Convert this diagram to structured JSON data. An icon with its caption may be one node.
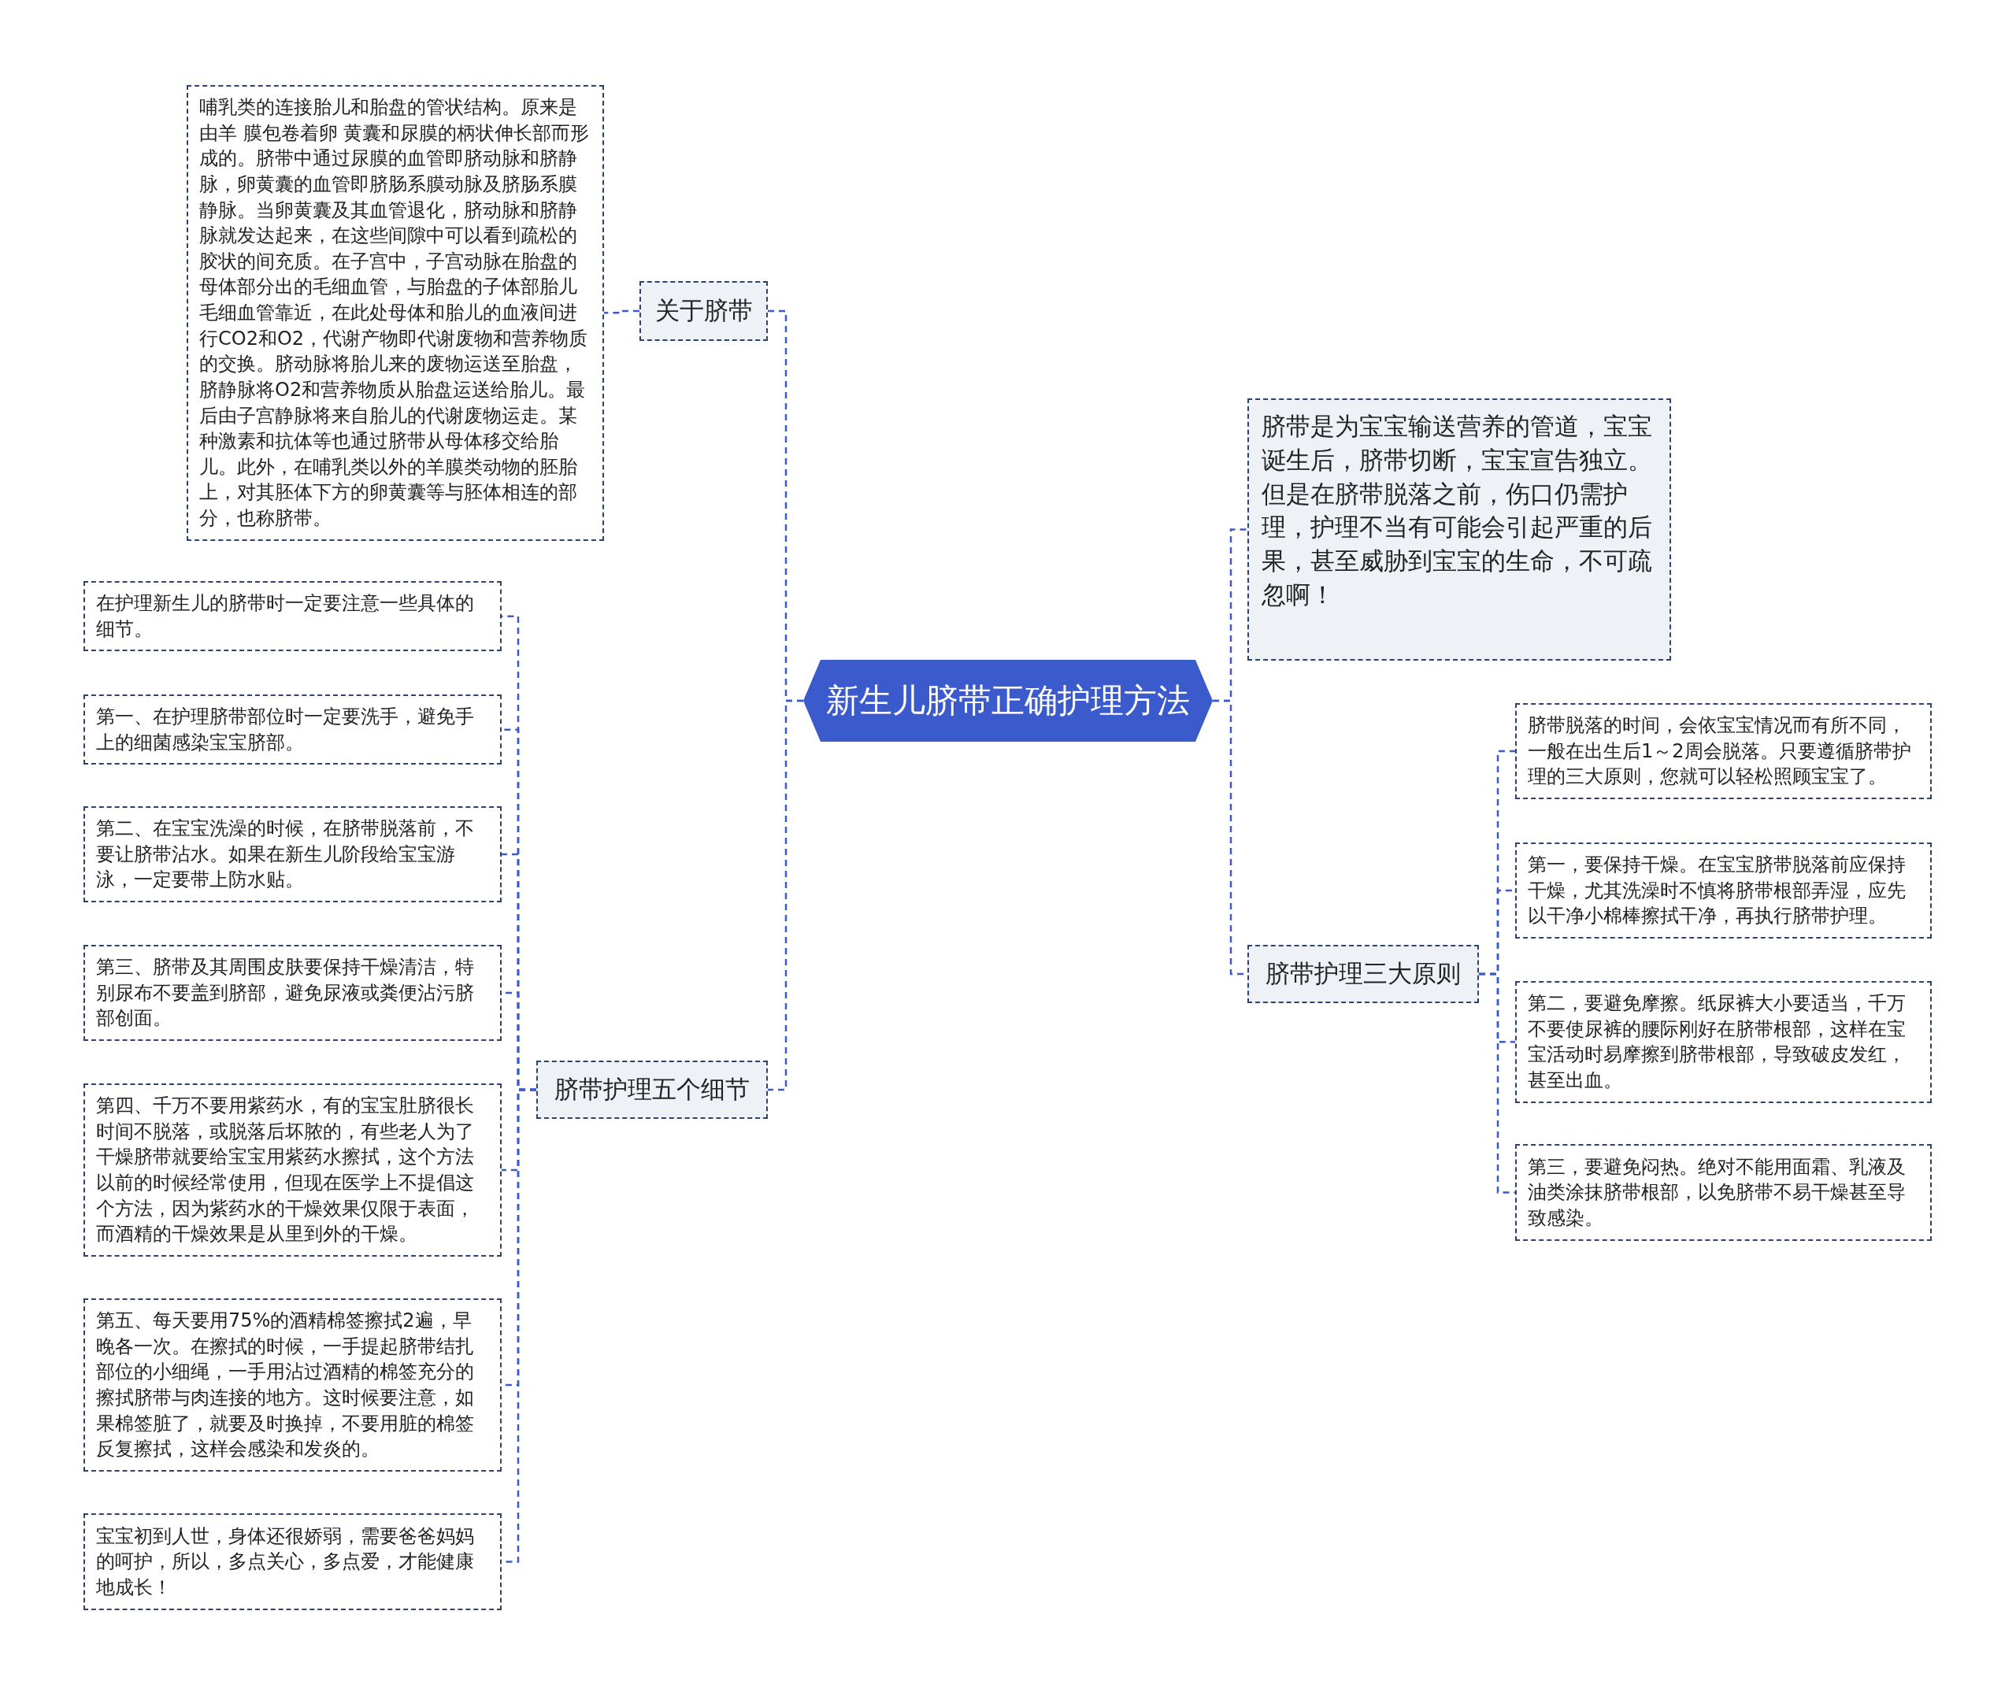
{
  "diagram": {
    "nodes": [
      {
        "text": [
          "新生儿脐带正确护理方法"
        ]
      },
      {
        "text": [
          "关于脐带"
        ]
      },
      {
        "text": [
          "哺乳类的连接胎儿和胎盘的管状结构。原来是由羊 膜包卷着卵 黄囊和尿膜的柄状伸长部而形成的。脐带中通过尿膜的血管即脐动脉和脐静脉，卵黄囊的血管即脐肠系膜动脉及脐肠系膜静脉。当卵黄囊及其血管退化，脐动脉和脐静脉就发达起来，在这些间隙中可以看到疏松的胶状的间充质。在子宫中，子宫动脉在胎盘的母体部分出的毛细血管，与胎盘的子体部胎儿毛细血管靠近，在此处母体和胎儿的血液间进行CO2和O2，代谢产物即代谢废物和营养物质的交换。脐动脉将胎儿来的废物运送至胎盘，脐静脉将O2和营养物质从胎盘运送给胎儿。最后由子宫静脉将来自胎儿的代谢废物运走。某种激素和抗体等也通过脐带从母体移交给胎儿。此外，在哺乳类以外的羊膜类动物的胚胎上，对其胚体下方的卵黄囊等与胚体相连的部分，也称脐带。"
        ]
      },
      {
        "text": [
          "脐带是为宝宝输送营养的管道，宝宝诞生后，脐带切断，宝宝宣告独立。但是在脐带脱落之前，伤口仍需护理，护理不当有可能会引起严重的后果，甚至威胁到宝宝的生命，不可疏忽啊！"
        ]
      },
      {
        "text": [
          "脐带护理五个细节"
        ]
      },
      {
        "text": [
          "在护理新生儿的脐带时一定要注意一些具体的细节。"
        ]
      },
      {
        "text": [
          "第一、在护理脐带部位时一定要洗手，避免手上的细菌感染宝宝脐部。"
        ]
      },
      {
        "text": [
          "第二、在宝宝洗澡的时候，在脐带脱落前，不要让脐带沾水。如果在新生儿阶段给宝宝游泳，一定要带上防水贴。"
        ]
      },
      {
        "text": [
          "第三、脐带及其周围皮肤要保持干燥清洁，特别尿布不要盖到脐部，避免尿液或粪便沾污脐部创面。"
        ]
      },
      {
        "text": [
          "第四、千万不要用紫药水，有的宝宝肚脐很长时间不脱落，或脱落后坏脓的，有些老人为了干燥脐带就要给宝宝用紫药水擦拭，这个方法以前的时候经常使用，但现在医学上不提倡这个方法，因为紫药水的干燥效果仅限于表面，而酒精的干燥效果是从里到外的干燥。"
        ]
      },
      {
        "text": [
          "第五、每天要用75%的酒精棉签擦拭2遍，早晚各一次。在擦拭的时候，一手提起脐带结扎部位的小细绳，一手用沾过酒精的棉签充分的擦拭脐带与肉连接的地方。这时候要注意，如果棉签脏了，就要及时换掉，不要用脏的棉签反复擦拭，这样会感染和发炎的。"
        ]
      },
      {
        "text": [
          "宝宝初到人世，身体还很娇弱，需要爸爸妈妈的呵护，所以，多点关心，多点爱，才能健康地成长！"
        ]
      },
      {
        "text": [
          "脐带护理三大原则"
        ]
      },
      {
        "text": [
          "脐带脱落的时间，会依宝宝情况而有所不同，一般在出生后1～2周会脱落。只要遵循脐带护理的三大原则，您就可以轻松照顾宝宝了。"
        ]
      },
      {
        "text": [
          "第一，要保持干燥。在宝宝脐带脱落前应保持干燥，尤其洗澡时不慎将脐带根部弄湿，应先以干净小棉棒擦拭干净，再执行脐带护理。"
        ]
      },
      {
        "text": [
          "第二，要避免摩擦。纸尿裤大小要适当，千万不要使尿裤的腰际刚好在脐带根部，这样在宝宝活动时易摩擦到脐带根部，导致破皮发红，甚至出血。"
        ]
      },
      {
        "text": [
          "第三，要避免闷热。绝对不能用面霜、乳液及油类涂抹脐带根部，以免脐带不易干燥甚至导致感染。"
        ]
      }
    ],
    "edges": [
      {
        "from": 0,
        "to": 1,
        "arrow": "none"
      },
      {
        "from": 1,
        "to": 2,
        "arrow": "none"
      },
      {
        "from": 0,
        "to": 3,
        "arrow": "none"
      },
      {
        "from": 0,
        "to": 4,
        "arrow": "none"
      },
      {
        "from": 4,
        "to": 5,
        "arrow": "none"
      },
      {
        "from": 4,
        "to": 6,
        "arrow": "none"
      },
      {
        "from": 4,
        "to": 7,
        "arrow": "none"
      },
      {
        "from": 4,
        "to": 8,
        "arrow": "none"
      },
      {
        "from": 4,
        "to": 9,
        "arrow": "none"
      },
      {
        "from": 4,
        "to": 10,
        "arrow": "none"
      },
      {
        "from": 4,
        "to": 11,
        "arrow": "none"
      },
      {
        "from": 0,
        "to": 12,
        "arrow": "none"
      },
      {
        "from": 12,
        "to": 13,
        "arrow": "none"
      },
      {
        "from": 12,
        "to": 14,
        "arrow": "none"
      },
      {
        "from": 12,
        "to": 15,
        "arrow": "none"
      },
      {
        "from": 12,
        "to": 16,
        "arrow": "none"
      }
    ]
  }
}
